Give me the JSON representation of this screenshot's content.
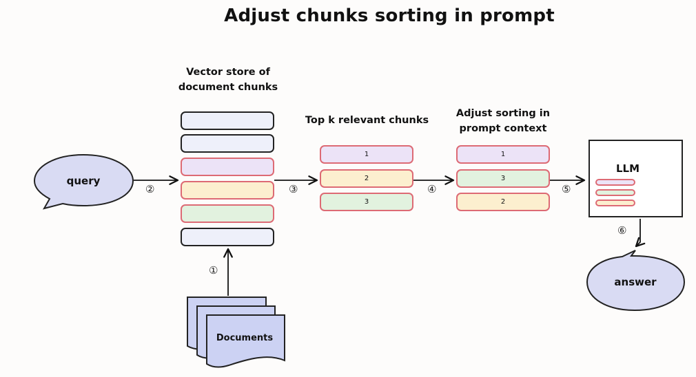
{
  "title": "Adjust chunks sorting in prompt",
  "labels": {
    "vector_store": "Vector store of\ndocument chunks",
    "top_k": "Top k relevant chunks",
    "adjust_sorting": "Adjust sorting in\nprompt context",
    "llm": "LLM",
    "query": "query",
    "answer": "answer",
    "documents": "Documents"
  },
  "steps": [
    "①",
    "②",
    "③",
    "④",
    "⑤",
    "⑥"
  ],
  "top_k_chunks": [
    "1",
    "2",
    "3"
  ],
  "sorted_chunks": [
    "1",
    "3",
    "2"
  ],
  "colors": {
    "neutral_fill": "#eef0fa",
    "purple_fill": "#ece3f7",
    "yellow_fill": "#fcefcf",
    "green_fill": "#e2f2df",
    "accent_border": "#dd6a74",
    "bubble_fill": "#d9dbf3",
    "document_fill": "#ccd2f3"
  }
}
